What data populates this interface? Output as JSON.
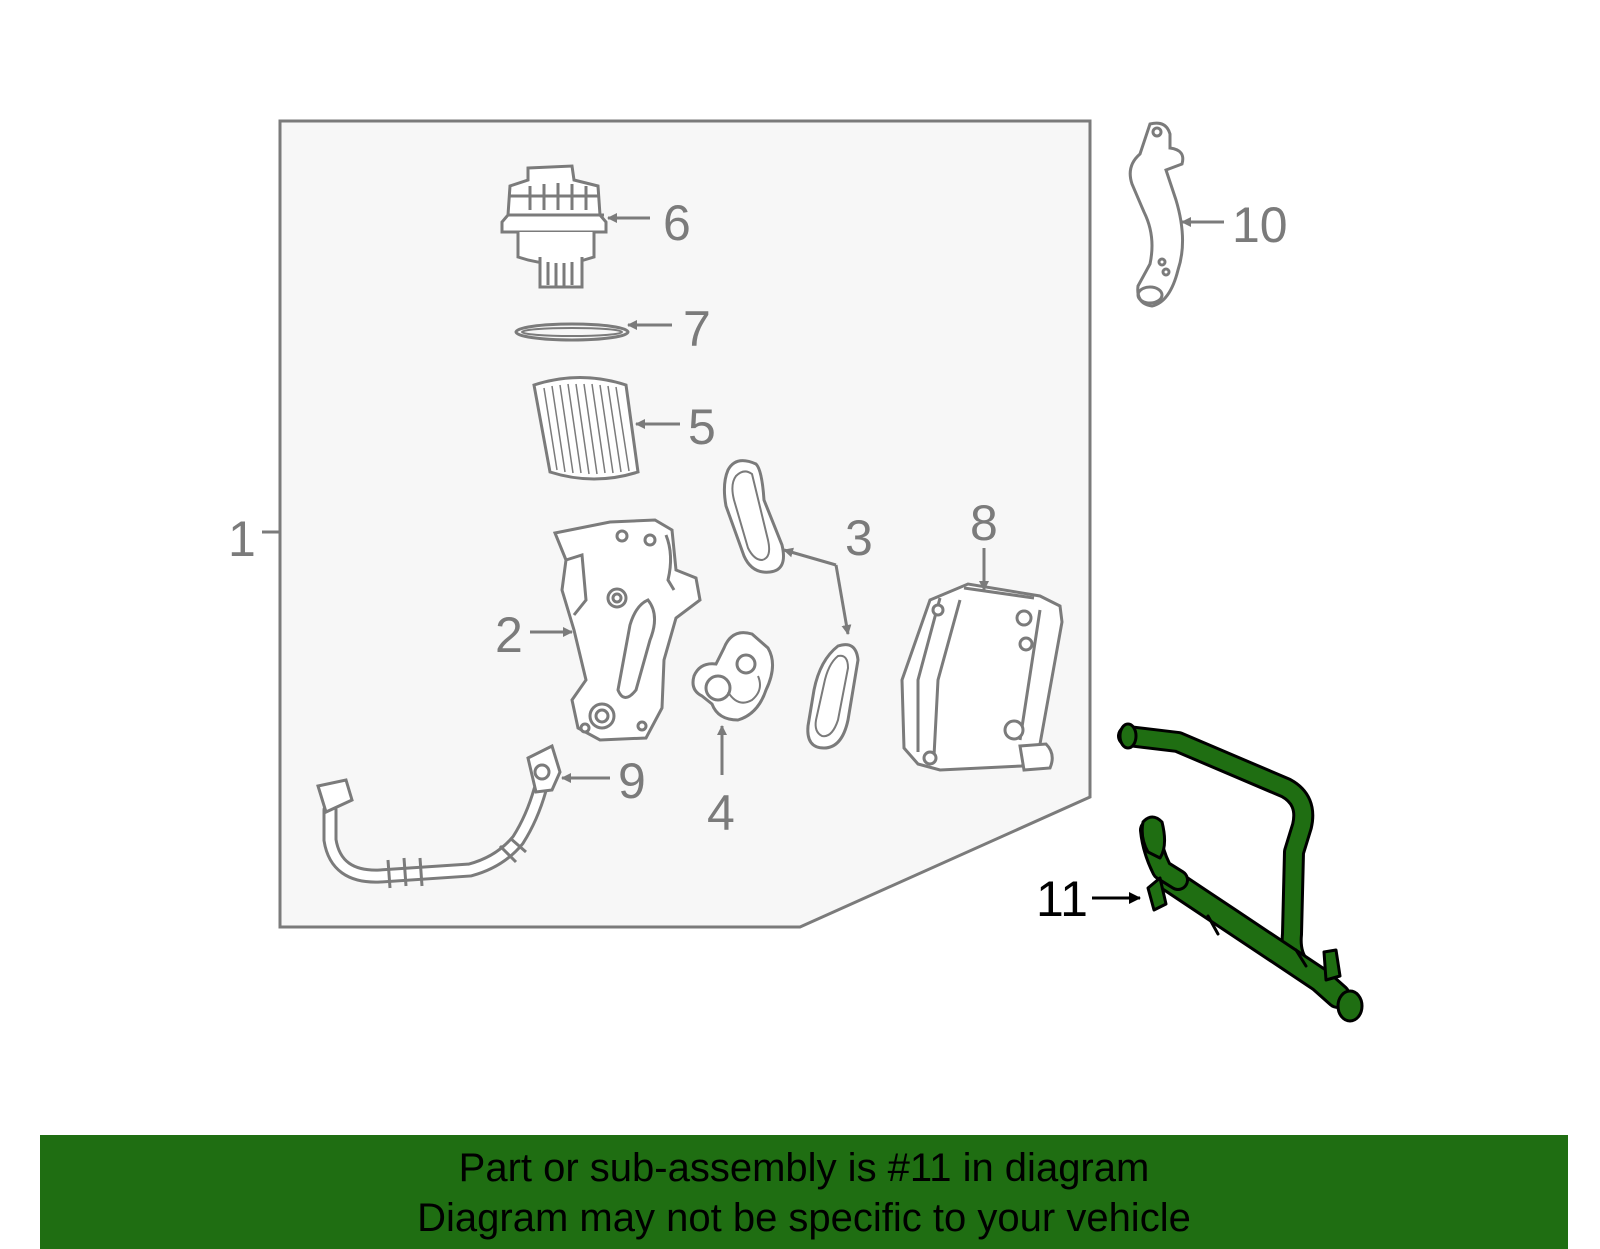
{
  "callouts": {
    "c1": "1",
    "c2": "2",
    "c3": "3",
    "c4": "4",
    "c5": "5",
    "c6": "6",
    "c7": "7",
    "c8": "8",
    "c9": "9",
    "c10": "10",
    "c11": "11"
  },
  "banner": {
    "line1": "Part or sub-assembly is #11 in diagram",
    "line2": "Diagram may not be specific to your vehicle"
  },
  "colors": {
    "highlight": "#1f6e12",
    "banner_bg": "#1f6e12",
    "line_gray": "#7b7b7b",
    "box_fill": "#f7f7f7"
  }
}
